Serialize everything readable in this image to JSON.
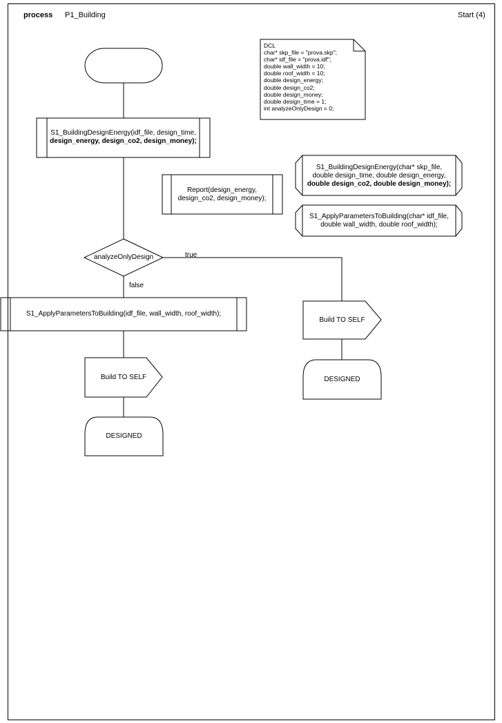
{
  "header": {
    "keyword": "process",
    "name": "P1_Building",
    "page": "Start (4)"
  },
  "dcl": {
    "lines": [
      "DCL",
      "char* skp_file = \"prova.skp\";",
      "char* idf_file = \"prova.idf\";",
      "double wall_width = 10;",
      "double roof_width = 10;",
      "double design_energy;",
      "double design_co2;",
      "double design_money;",
      "double design_time = 1;",
      "int analyzeOnlyDesign = 0;"
    ]
  },
  "procedures": {
    "building_design_energy": {
      "line1": "S1_BuildingDesignEnergy(char* skp_file,",
      "line2": "double design_time, double design_energy,",
      "line3": "double design_co2, double design_money);"
    },
    "apply_parameters": {
      "line1": "S1_ApplyParametersToBuilding(char* idf_file,",
      "line2": "double wall_width, double roof_width);"
    }
  },
  "flow": {
    "call_energy": {
      "line1": "S1_BuildingDesignEnergy(idf_file, design_time,",
      "line2": "design_energy, design_co2, design_money);"
    },
    "report": {
      "line1": "Report(design_energy,",
      "line2": "design_co2, design_money);"
    },
    "decision": "analyzeOnlyDesign",
    "true_label": "true",
    "false_label": "false",
    "call_apply": "S1_ApplyParametersToBuilding(idf_file, wall_width, roof_width);",
    "left_output": "Build TO SELF",
    "left_state": "DESIGNED",
    "right_output": "Build TO SELF",
    "right_state": "DESIGNED"
  }
}
